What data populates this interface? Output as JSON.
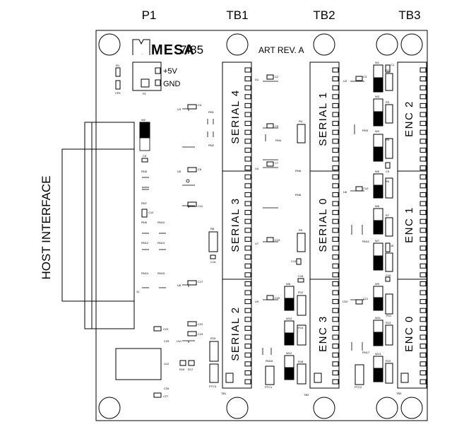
{
  "header": {
    "p1": "P1",
    "tb1": "TB1",
    "tb2": "TB2",
    "tb3": "TB3"
  },
  "board": {
    "logo": "MESA",
    "model": "7I85",
    "art_rev": "ART REV. A",
    "power_plus": "+5V",
    "power_gnd": "GND",
    "host_interface": "HOST INTERFACE",
    "p1_small": "P1",
    "j1": "J1",
    "tb1_small": "TB1",
    "tb2_small": "TB2",
    "tb3_small": "TB3"
  },
  "sections": {
    "tb1": [
      "SERIAL 4",
      "SERIAL 3",
      "SERIAL 2"
    ],
    "tb2": [
      "SERIAL 1",
      "SERIAL 0",
      "ENC 3"
    ],
    "tb3": [
      "ENC 2",
      "ENC 1",
      "ENC 0"
    ]
  },
  "components": {
    "r1": "R1",
    "cr1": "CR1",
    "w2": "W2",
    "c6": "C6",
    "rn5": "RN5",
    "rn7": "RN7",
    "c12": "C12",
    "rn9": "RN9",
    "rn10": "RN10",
    "rn12": "RN12",
    "rn13": "RN13",
    "rn14": "RN14",
    "rn15": "RN15",
    "u3": "U3",
    "c4": "C4",
    "rn1": "RN1",
    "rn2": "RN2",
    "u5": "U5",
    "c8": "C8",
    "c11": "C11",
    "r8": "R8",
    "c15": "C15",
    "u8": "U8",
    "c17": "C17",
    "c22": "C22",
    "c24": "C24",
    "u11": "U11",
    "c23": "C23",
    "c25": "C25",
    "u12": "U12",
    "r16": "R16",
    "r17": "R17",
    "c26": "C26",
    "c27": "C27",
    "r15": "R15",
    "ptc3": "PTC3",
    "u1": "U1",
    "c2": "C2",
    "c5": "C5",
    "rn4": "RN4",
    "c7": "C7",
    "u4": "U4",
    "r4": "R4",
    "rn6": "RN6",
    "rn8": "RN8",
    "u7": "U7",
    "c13": "C13",
    "r9": "R9",
    "c14": "C14",
    "c18": "C18",
    "w8": "W8",
    "r12": "R12",
    "u9": "U9",
    "c20": "C20",
    "w10": "W10",
    "r14": "R14",
    "w12": "W12",
    "r18": "R18",
    "rn16": "RN16",
    "ptc1": "PTC1",
    "u2": "U2",
    "c3": "C3",
    "w1": "W1",
    "c1": "C1",
    "r2": "R2",
    "r3": "R3",
    "w3": "W3",
    "rn3": "RN3",
    "w4": "W4",
    "r5": "R5",
    "c9": "C9",
    "w5": "W5",
    "u6": "U6",
    "c10": "C10",
    "r6": "R6",
    "r7": "R7",
    "w6": "W6",
    "w7": "W7",
    "rn11": "RN11",
    "j5": "J5",
    "c19": "C19",
    "w9": "W9",
    "u10": "U10",
    "c21": "C21",
    "r11": "R11",
    "w11": "W11",
    "r13": "R13",
    "rn17": "RN17",
    "w13": "W13",
    "r19": "R19",
    "ptc2": "PTC2"
  }
}
